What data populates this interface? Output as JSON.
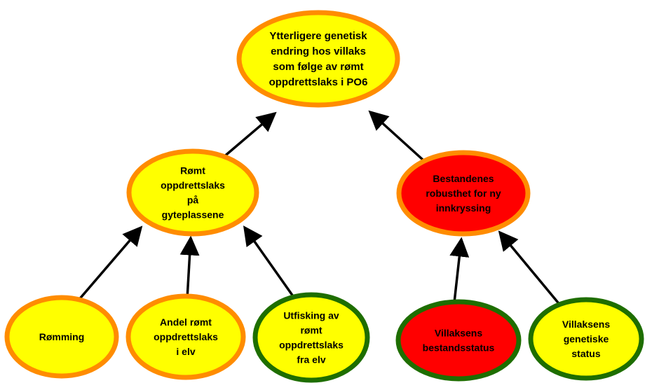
{
  "colors": {
    "yellow": "#ffff00",
    "red": "#ff0000",
    "orange": "#ff8c00",
    "green": "#1e6e00",
    "edge": "#000000"
  },
  "nodes": {
    "root": {
      "lines": [
        "Ytterligere genetisk",
        "endring hos villaks",
        "som følge av rømt",
        "oppdrettslaks i PO6"
      ],
      "fill": "yellow",
      "border": "orange"
    },
    "escaped": {
      "lines": [
        "Rømt",
        "oppdrettslaks",
        "på",
        "gyteplassene"
      ],
      "fill": "yellow",
      "border": "orange"
    },
    "robustness": {
      "lines": [
        "Bestandenes",
        "robusthet for ny",
        "innkryssing"
      ],
      "fill": "red",
      "border": "orange"
    },
    "romming": {
      "lines": [
        "Rømming"
      ],
      "fill": "yellow",
      "border": "orange"
    },
    "andel": {
      "lines": [
        "Andel rømt",
        "oppdrettslaks",
        "i elv"
      ],
      "fill": "yellow",
      "border": "orange"
    },
    "utfisking": {
      "lines": [
        "Utfisking av",
        "rømt",
        "oppdrettslaks",
        "fra elv"
      ],
      "fill": "yellow",
      "border": "green"
    },
    "bestandsstatus": {
      "lines": [
        "Villaksens",
        "bestandsstatus"
      ],
      "fill": "red",
      "border": "green"
    },
    "genetisk": {
      "lines": [
        "Villaksens",
        "genetiske",
        "status"
      ],
      "fill": "yellow",
      "border": "green"
    }
  },
  "edges": [
    {
      "from": "escaped",
      "to": "root"
    },
    {
      "from": "robustness",
      "to": "root"
    },
    {
      "from": "romming",
      "to": "escaped"
    },
    {
      "from": "andel",
      "to": "escaped"
    },
    {
      "from": "utfisking",
      "to": "escaped"
    },
    {
      "from": "bestandsstatus",
      "to": "robustness"
    },
    {
      "from": "genetisk",
      "to": "robustness"
    }
  ]
}
